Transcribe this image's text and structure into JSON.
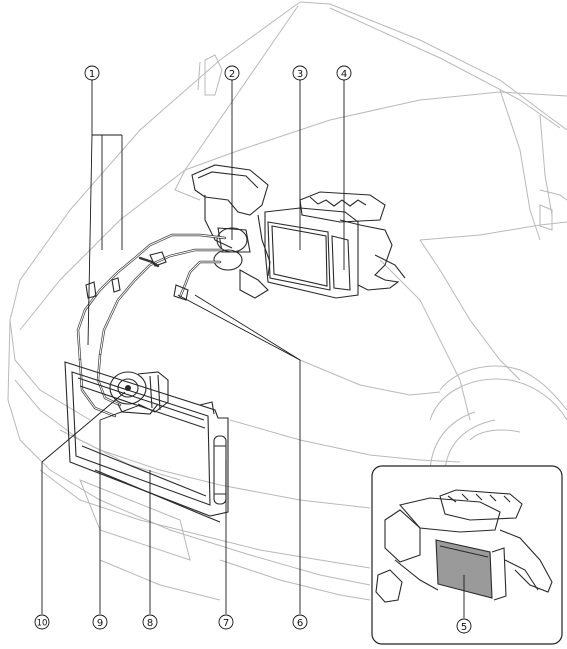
{
  "callouts": [
    {
      "id": "c1",
      "label": "1"
    },
    {
      "id": "c2",
      "label": "2"
    },
    {
      "id": "c3",
      "label": "3"
    },
    {
      "id": "c4",
      "label": "4"
    },
    {
      "id": "c5",
      "label": "5"
    },
    {
      "id": "c6",
      "label": "6"
    },
    {
      "id": "c7",
      "label": "7"
    },
    {
      "id": "c8",
      "label": "8"
    },
    {
      "id": "c9",
      "label": "9"
    },
    {
      "id": "c10",
      "label": "10"
    }
  ],
  "colors": {
    "car_outline": "#b9b9b9",
    "parts_outline": "#2a2a2a",
    "evaporator_fill": "#9a9a9a"
  }
}
